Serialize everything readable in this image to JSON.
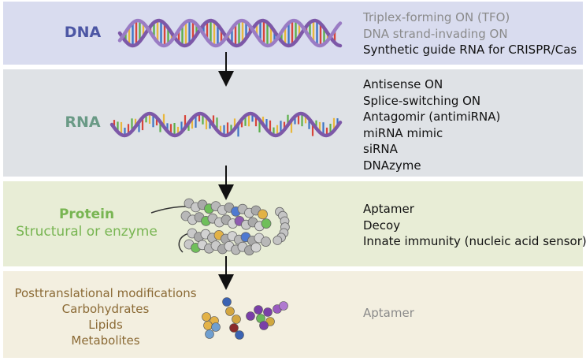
{
  "levels": {
    "dna": {
      "label": "DNA",
      "targets": [
        {
          "text": "Triplex-forming ON (TFO)",
          "muted": true
        },
        {
          "text": "DNA strand-invading ON",
          "muted": true
        },
        {
          "text": "Synthetic guide RNA for CRISPR/Cas",
          "muted": false
        }
      ]
    },
    "rna": {
      "label": "RNA",
      "targets": [
        {
          "text": "Antisense ON"
        },
        {
          "text": "Splice-switching ON"
        },
        {
          "text": "Antagomir (antimiRNA)"
        },
        {
          "text": "miRNA mimic"
        },
        {
          "text": "siRNA"
        },
        {
          "text": "DNAzyme"
        }
      ]
    },
    "protein": {
      "label": "Protein",
      "sublabel": "Structural or enzyme",
      "targets": [
        {
          "text": "Aptamer"
        },
        {
          "text": "Decoy"
        },
        {
          "text": "Innate immunity (nucleic acid sensor)"
        }
      ]
    },
    "other": {
      "lines": [
        "Posttranslational modifications",
        "Carbohydrates",
        "Lipids",
        "Metabolites"
      ],
      "targets": [
        {
          "text": "Aptamer",
          "muted": true
        }
      ]
    }
  },
  "colors": {
    "dna_label": "#4c56a4",
    "rna_label": "#6a9a86",
    "protein_label": "#78b552",
    "other_label": "#8b6a35",
    "backbone": "#7d58a8"
  }
}
